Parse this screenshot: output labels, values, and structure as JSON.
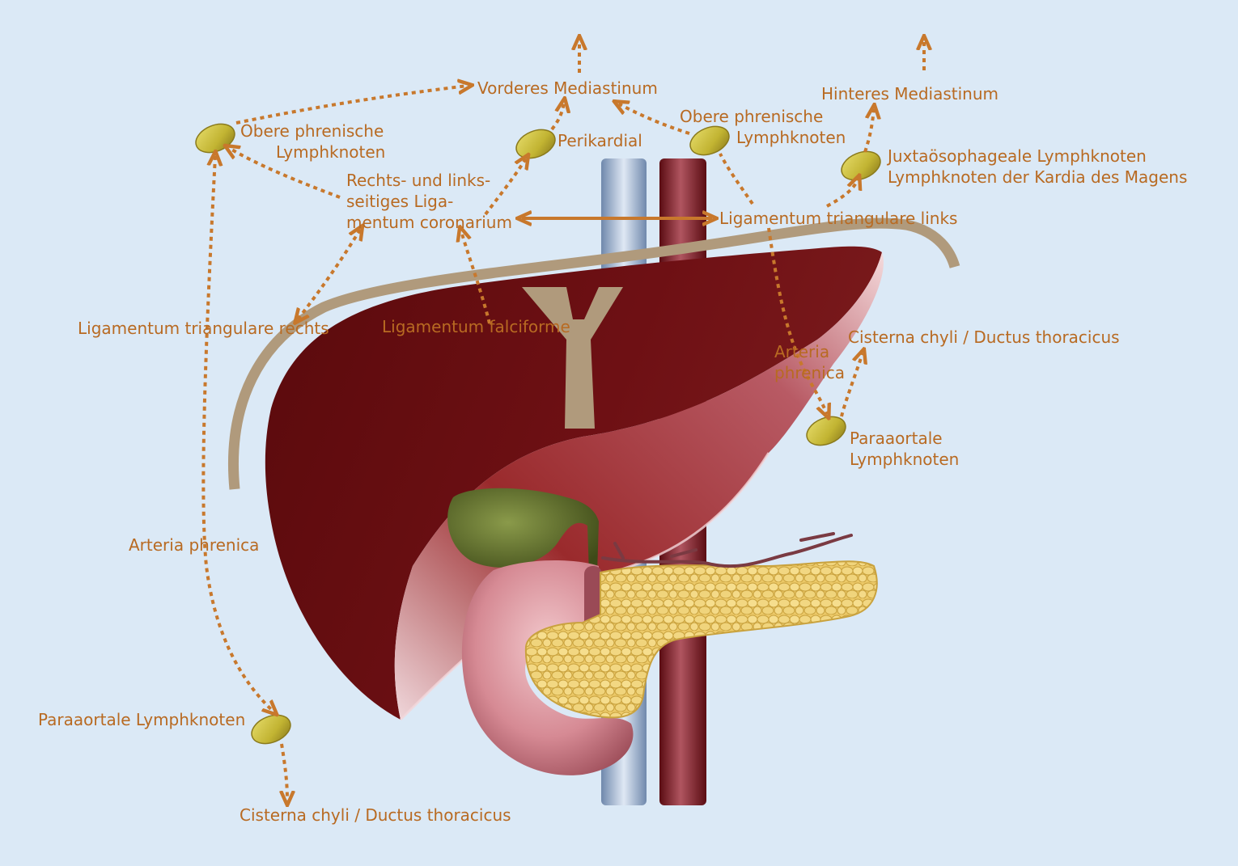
{
  "diagram": {
    "colors": {
      "background": "#dbe9f6",
      "label_text": "#b86a22",
      "arrow": "#c8782c",
      "liver_dark": "#5a0a0c",
      "liver_light": "#9a2a2c",
      "diaphragm": "#b09a7c",
      "lymph_node": "#c4b830",
      "gallbladder": "#5a6a2c",
      "pancreas": "#e8c860",
      "duodenum": "#d89098",
      "vena_cava": "#8fa8c8",
      "aorta": "#8a1c24"
    },
    "labels": {
      "vorderes_mediastinum": "Vorderes Mediastinum",
      "hinteres_mediastinum": "Hinteres Mediastinum",
      "obere_phrenische_left": [
        "Obere phrenische",
        "Lymphknoten"
      ],
      "obere_phrenische_right": [
        "Obere phrenische",
        "Lymphknoten"
      ],
      "perikardial": "Perikardial",
      "juxta": [
        "Juxtaösophageale Lymphknoten",
        "Lymphknoten der Kardia des Magens"
      ],
      "coronarium": [
        "Rechts- und links-",
        "seitiges Liga-",
        "mentum coronarium"
      ],
      "triangulare_links": "Ligamentum triangulare links",
      "triangulare_rechts": "Ligamentum triangulare rechts",
      "falciforme": "Ligamentum falciforme",
      "cisterna_right": "Cisterna chyli / Ductus thoracicus",
      "arteria_phrenica_right": [
        "Arteria",
        "phrenica"
      ],
      "paraaortale_right": [
        "Paraaortale",
        "Lymphknoten"
      ],
      "arteria_phrenica_left": "Arteria phrenica",
      "paraaortale_left": "Paraaortale Lymphknoten",
      "cisterna_bottom": "Cisterna chyli / Ductus thoracicus"
    }
  }
}
